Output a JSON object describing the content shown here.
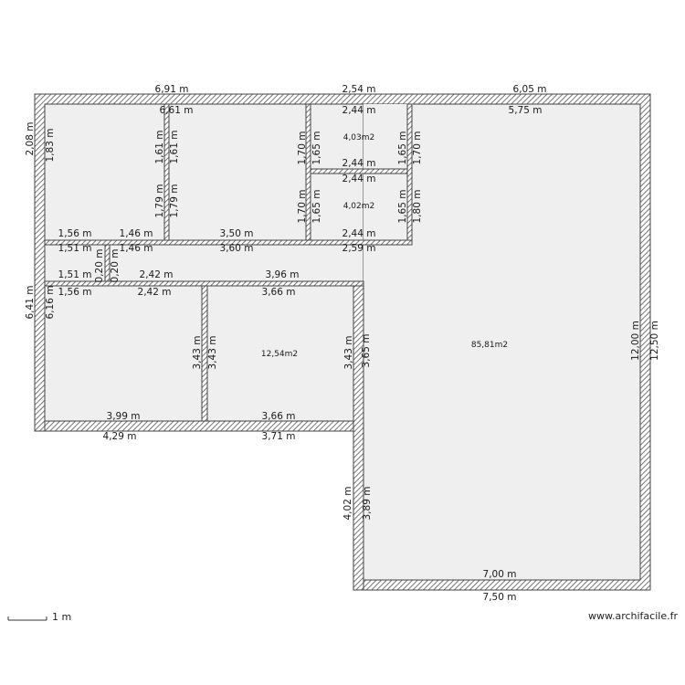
{
  "plan": {
    "colors": {
      "wall_fill": "#ffffff",
      "wall_stroke": "#444444",
      "hatch": "#555555",
      "room_fill": "#efefef",
      "text": "#1a1a1a"
    },
    "dimensions": [
      "6,91 m",
      "2,54 m",
      "6,05 m",
      "6,61 m",
      "2,44 m",
      "5,75 m",
      "2,08 m",
      "1,83 m",
      "1,61 m",
      "1,61 m",
      "1,79 m",
      "1,79 m",
      "1,70 m",
      "1,65 m",
      "1,65 m",
      "1,70 m",
      "2,44 m",
      "2,44 m",
      "1,70 m",
      "1,65 m",
      "1,65 m",
      "1,80 m",
      "1,56 m",
      "1,46 m",
      "3,50 m",
      "2,44 m",
      "1,51 m",
      "1,46 m",
      "3,60 m",
      "2,59 m",
      "0,20 m",
      "0,20 m",
      "1,51 m",
      "2,42 m",
      "3,96 m",
      "1,56 m",
      "2,42 m",
      "3,66 m",
      "6,41 m",
      "6,16 m",
      "3,43 m",
      "3,43 m",
      "3,43 m",
      "3,65 m",
      "3,99 m",
      "3,66 m",
      "4,29 m",
      "3,71 m",
      "12,00 m",
      "12,50 m",
      "4,02 m",
      "3,89 m",
      "7,00 m",
      "7,50 m"
    ],
    "areas": [
      "4,03m2",
      "4,02m2",
      "12,54m2",
      "85,81m2"
    ]
  },
  "footer": {
    "scale_label": "1 m",
    "watermark": "www.archifacile.fr"
  }
}
